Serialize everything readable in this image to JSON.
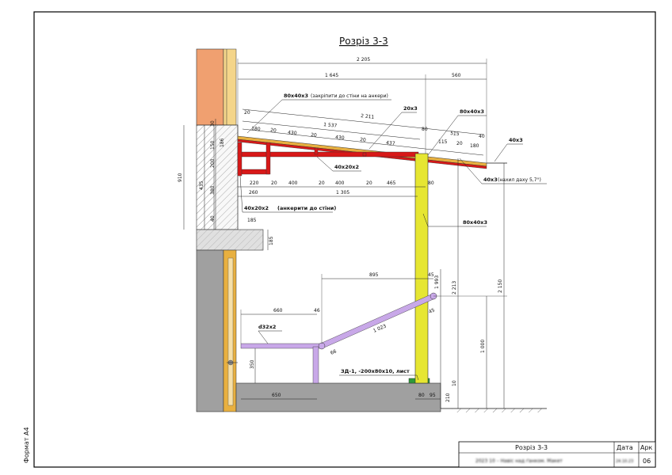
{
  "title": "Розріз 3-3",
  "format_label": "Формат А4",
  "title_block": {
    "name": "Розріз 3-3",
    "date_label": "Дата",
    "sheet_label": "Арк",
    "sheet_number": "06",
    "project_blurred": "2023 10 – Навіс над ґанком. Макет",
    "date_blurred": "24.10.23"
  },
  "member_labels": {
    "rafter_top": "80x40x3",
    "rafter_top_note": "(закріпити до стіни на анкери)",
    "brace": "20x3",
    "beam_right": "80x40x3",
    "edge": "40x3",
    "slope": "40x3",
    "slope_note": "(нахил даху 5,7°)",
    "grid": "40x20x2",
    "wall_frame": "40x20x2",
    "wall_frame_note": "(анкерити до стіни)",
    "post": "80x40x3",
    "rail": "d32x2",
    "plate": "ЗД-1, -200x80x10, лист"
  },
  "dimensions": {
    "overall": "2 205",
    "left_span": "1 645",
    "right_span": "560",
    "slope_length": "2 211",
    "slope_inner": "1 537",
    "d_180a": "180",
    "d_20a": "20",
    "d_430a": "430",
    "d_20b": "20",
    "d_430b": "430",
    "d_20c": "20",
    "d_437": "437",
    "d_80a": "80",
    "d_515": "515",
    "d_40a": "40",
    "d_115": "115",
    "d_20d": "20",
    "d_180b": "180",
    "d_20e": "20",
    "d_220": "220",
    "d_20f": "20",
    "d_400a": "400",
    "d_20g": "20",
    "d_400b": "400",
    "d_20h": "20",
    "d_465": "465",
    "d_260": "260",
    "d_1305": "1 305",
    "d_80b": "80",
    "d_185h": "185",
    "d_185v": "185",
    "d_910": "910",
    "d_30": "30",
    "d_150": "150",
    "d_186": "186",
    "d_200": "200",
    "d_380": "380",
    "d_435": "435",
    "d_40v": "40",
    "d_895": "895",
    "d_45a": "45",
    "d_660": "660",
    "d_46": "46",
    "d_1023": "1 023",
    "d_45b": "45",
    "d_66": "66",
    "d_350": "350",
    "d_650": "650",
    "d_80c": "80",
    "d_95": "95",
    "d_210": "210",
    "d_10": "10",
    "d_1993": "1 993",
    "d_2213": "2 213",
    "d_2150": "2 150",
    "d_1000": "1 000"
  },
  "colors": {
    "wall_brick": "#f0a070",
    "timber": "#e8b040",
    "steel_red": "#d81818",
    "post_yellow": "#e6e632",
    "rail_violet": "#c8a8e8",
    "concrete_grey": "#a0a0a0",
    "plate_green": "#2e9a3a"
  }
}
